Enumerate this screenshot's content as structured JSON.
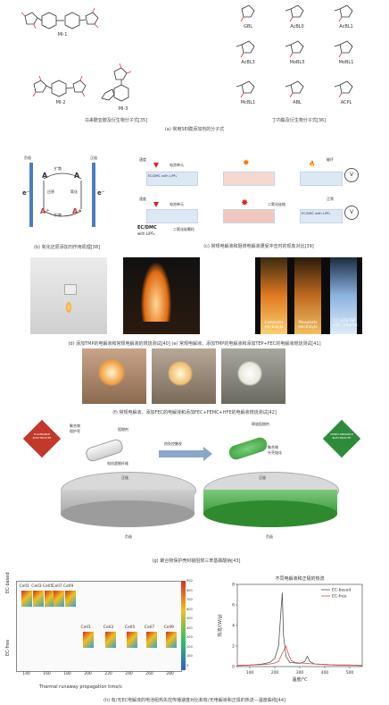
{
  "molecules_left": [
    "MI-1",
    "MI-2",
    "MI-3"
  ],
  "molecules_right": [
    "GBL",
    "AcBL0",
    "AcBL1",
    "AcBL3",
    "MoBL3",
    "MoBL1",
    "McBL1",
    "ABL",
    "ACPL"
  ],
  "captions": {
    "left_mol": "马来酰亚胺及衍生物分子式",
    "right_mol": "丁内酯及衍生物分子式",
    "a": "(a) 常用SEI膜添加剂的分子式",
    "b": "(b) 氧化还原添加剂作用机理",
    "c": "(c) 常规电解液和阻燃电解液遭受冲击时的现象对比",
    "d": "(d) 添加TMP的电解液和常规电解液的燃烧测试",
    "e": "(e) 常规电解液、添加TMP的电解液和添加TEP+FEC的电解液燃烧测试",
    "f": "(f) 常规电解液、添加FEC的电解液和添加FEC+FEMC+HFE的电解液燃烧测试",
    "g": "(g) 聚合物保护壳封装阻燃三苯基磷酸钠",
    "h": "(h) 有/无EC电解液的电池组热失控传播速度对比和有/无电解液和正极的热流—温度曲线"
  },
  "refs": {
    "left_mol": "[35]",
    "right_mol": "[36]",
    "b": "[38]",
    "c": "[39]",
    "d": "[40]",
    "e": "[41]",
    "f": "[42]",
    "g": "[43]",
    "h": "[44]"
  },
  "panel_b": {
    "neg": "负极",
    "pos": "正极",
    "reduce": "还原",
    "oxidize": "氧化",
    "diffuse1": "扩散",
    "diffuse2": "扩散",
    "A": "A",
    "Aplus": "A⁺",
    "eminus": "e⁻"
  },
  "panel_c": {
    "speed1": "速度",
    "speed2": "速度",
    "unit1": "电池单元",
    "unit2": "电池单元",
    "collapse": "破坏",
    "collapse2": "二氧化硅链",
    "normal": "正常",
    "ecdmc": "EC/DMC",
    "lipf6": "with LiPF₆",
    "additive": "二氧化硅颗粒",
    "tiny1": "EC/DMC with LiPF₆",
    "tiny2": "EC/DMC with LiPF₆"
  },
  "panel_e_labels": [
    "Carbonate electrolyte",
    "Phosphate electrolyte",
    "1:2 LiFSI-TEP +FEC (10wt%)"
  ],
  "panel_g": {
    "shell": "聚合物\n保护壳",
    "retardant": "阻燃剂",
    "fiber": "电纺超细纤维",
    "trigger": "热失控触发",
    "release": "释放阻燃剂",
    "melt": "聚合物\n外壳熔化",
    "pos": "正极",
    "neg": "负极",
    "pos2": "正极",
    "neg2": "负极",
    "flammable": "FLAMMABLE ELECTROLYTE",
    "nonflammable": "NONFLAMMABLE ELECTROLYTE"
  },
  "panel_h_left": {
    "ec_based": "EC-based",
    "ec_free": "EC-free",
    "cells_top": [
      "Cell1",
      "Cell3",
      "Cell5",
      "Cell7",
      "Cell9"
    ],
    "cells_bottom": [
      "Cell1",
      "Cell3",
      "Cell5",
      "Cell7",
      "Cell9"
    ],
    "xlabel": "Thermal runaway propagation time/s",
    "xticks": [
      140,
      160,
      180,
      200,
      220,
      240,
      260,
      280
    ],
    "colorbar": [
      900,
      800,
      700,
      600,
      500,
      400,
      300,
      200,
      100,
      0
    ]
  },
  "chart_data": {
    "type": "line",
    "title": "不同电解液和正极的热流",
    "xlabel": "温度/℃",
    "ylabel": "热流/(W/g)",
    "xlim": [
      50,
      550
    ],
    "ylim": [
      0,
      8
    ],
    "xticks": [
      100,
      200,
      300,
      400,
      500
    ],
    "yticks": [
      0,
      2,
      4,
      6,
      8
    ],
    "legend": "top-right",
    "series": [
      {
        "name": "EC-based",
        "color": "#555555",
        "x": [
          50,
          100,
          150,
          180,
          200,
          215,
          225,
          230,
          235,
          245,
          260,
          300,
          320,
          330,
          340,
          360,
          400,
          450,
          500,
          550
        ],
        "y": [
          0.1,
          0.15,
          0.25,
          0.4,
          0.8,
          2.0,
          5.5,
          7.2,
          3.0,
          1.0,
          0.4,
          0.3,
          0.5,
          1.0,
          0.5,
          0.25,
          0.2,
          0.15,
          0.15,
          0.1
        ]
      },
      {
        "name": "EC-free",
        "color": "#d05050",
        "x": [
          50,
          100,
          150,
          180,
          200,
          215,
          230,
          245,
          255,
          265,
          280,
          300,
          330,
          360,
          400,
          450,
          500,
          550
        ],
        "y": [
          0.1,
          0.15,
          0.2,
          0.25,
          0.35,
          0.5,
          1.3,
          2.0,
          1.2,
          0.6,
          0.4,
          0.35,
          0.3,
          0.25,
          0.2,
          0.15,
          0.15,
          0.1
        ]
      }
    ]
  }
}
